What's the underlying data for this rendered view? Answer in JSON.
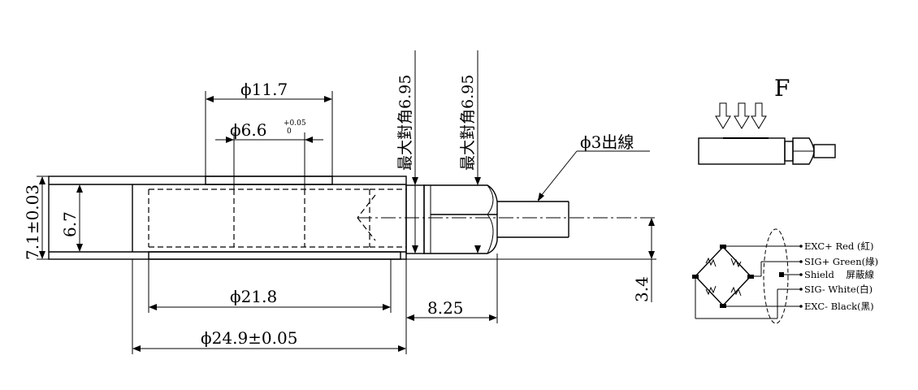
{
  "dimensions": {
    "d_top": "ϕ11.7",
    "d_center": "ϕ6.6",
    "tol_plus": "+0.05",
    "tol_zero": "0",
    "d_inner": "ϕ21.8",
    "d_outer": "ϕ24.9±0.05",
    "height_total": "7.1±0.03",
    "height_body": "6.7",
    "len_cable": "8.25",
    "height_cable": "3.4",
    "hex_1": "最大對角6.95",
    "hex_2": "最大對角6.95",
    "cable": "ϕ3出線"
  },
  "force_label": "F",
  "wiring": [
    {
      "label": "EXC+ Red  (紅)"
    },
    {
      "label": "SIG+  Green(綠)"
    },
    {
      "label": "Shield    屏蔽線"
    },
    {
      "label": "SIG- White(白)"
    },
    {
      "label": "EXC- Black(黑)"
    }
  ]
}
